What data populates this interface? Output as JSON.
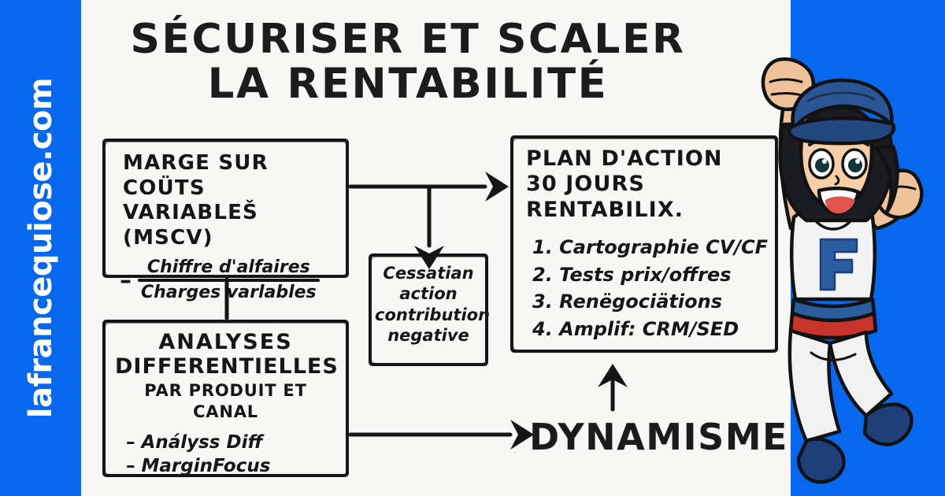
{
  "brand": {
    "site_name": "lafrancequiose.com",
    "accent_blue": "#0668EE",
    "paper": "#f7f7f5",
    "ink": "#161616"
  },
  "headline": {
    "line1": "SÉCURISER ET SCALER",
    "line2": "LA RENTABILITÉ"
  },
  "boxes": {
    "mscv": {
      "title_line1": "MARGE SUR COÜTS",
      "title_line2": "VARIABLEŠ (MSCV)",
      "minus": "–",
      "numerator": "Chiffre d'alfaires",
      "denominator": "Charges varlables"
    },
    "analyses": {
      "line1": "ANALYSES",
      "line2": "DIFFERENTIELLES",
      "line3": "PAR PRODUIT ET CANAL",
      "bullets": [
        "Anályss Diff",
        "MarginFocus"
      ]
    },
    "cessation": {
      "line1": "Cessatian",
      "line2": "action",
      "line3": "contribution",
      "line4": "negative"
    },
    "plan": {
      "heading1": "PLAN D'ACTION",
      "heading2": "30 JOURS RENTABILIX.",
      "items": [
        "1. Cartographie CV/CF",
        "2. Tests prix/offres",
        "3. Renëgociätions",
        "4. Amplif: CRM/SED"
      ]
    }
  },
  "dynamisme": {
    "label": "DYNAMISME"
  },
  "mascot": {
    "jersey_letter": "F",
    "beret_color": "#2a5596",
    "skin_color": "#f0c29a",
    "hair_color": "#1b1b22",
    "shoe_color": "#1e3f7a",
    "belt_blue": "#2b5c9e",
    "belt_red": "#c8332c"
  }
}
